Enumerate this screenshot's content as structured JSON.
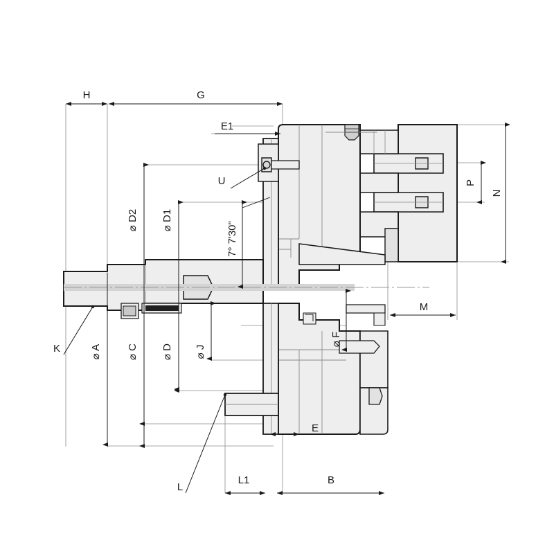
{
  "drawing": {
    "title": "Collet chuck assembly cross-section drawing",
    "type": "engineering-cross-section",
    "background_color": "#ffffff",
    "fill_color": "#eeeeee",
    "fill_color_dark": "#e2e2e2",
    "outline_color": "#1a1a1a",
    "thin_line_color": "#8a8a8a",
    "centerline_color": "#9a9a9a"
  },
  "dimensions": {
    "linear": [
      {
        "id": "H",
        "label": "H",
        "orientation": "horizontal",
        "position": "top-left"
      },
      {
        "id": "G",
        "label": "G",
        "orientation": "horizontal",
        "position": "top"
      },
      {
        "id": "E1",
        "label": "E1",
        "orientation": "horizontal",
        "position": "upper-middle"
      },
      {
        "id": "M",
        "label": "M",
        "orientation": "horizontal",
        "position": "right-middle"
      },
      {
        "id": "E",
        "label": "E",
        "orientation": "horizontal",
        "position": "bottom-middle"
      },
      {
        "id": "L1",
        "label": "L1",
        "orientation": "horizontal",
        "position": "bottom"
      },
      {
        "id": "B",
        "label": "B",
        "orientation": "horizontal",
        "position": "bottom-right"
      },
      {
        "id": "N",
        "label": "N",
        "orientation": "vertical",
        "position": "far-right"
      },
      {
        "id": "P",
        "label": "P",
        "orientation": "vertical",
        "position": "right"
      }
    ],
    "diameters": [
      {
        "id": "D2",
        "label": "⌀ D2",
        "symbol": "⌀",
        "name": "D2",
        "orientation": "vertical",
        "position": "upper-left"
      },
      {
        "id": "D1",
        "label": "⌀ D1",
        "symbol": "⌀",
        "name": "D1",
        "orientation": "vertical",
        "position": "upper-left"
      },
      {
        "id": "A",
        "label": "⌀ A",
        "symbol": "⌀",
        "name": "A",
        "orientation": "vertical",
        "position": "lower-left"
      },
      {
        "id": "C",
        "label": "⌀ C",
        "symbol": "⌀",
        "name": "C",
        "orientation": "vertical",
        "position": "lower-left"
      },
      {
        "id": "D",
        "label": "⌀ D",
        "symbol": "⌀",
        "name": "D",
        "orientation": "vertical",
        "position": "lower-left"
      },
      {
        "id": "J",
        "label": "⌀ J",
        "symbol": "⌀",
        "name": "J",
        "orientation": "vertical",
        "position": "lower-left"
      },
      {
        "id": "F",
        "label": "⌀ F",
        "symbol": "⌀",
        "name": "F",
        "orientation": "vertical",
        "position": "center-right"
      }
    ],
    "angular": [
      {
        "id": "taper",
        "label": "7° 7'30\"",
        "degrees": 7,
        "minutes": 7,
        "seconds": 30,
        "orientation": "vertical",
        "position": "center"
      }
    ]
  },
  "leaders": [
    {
      "id": "U",
      "label": "U",
      "target": "locking-screw-detail",
      "position": "upper-middle"
    },
    {
      "id": "K",
      "label": "K",
      "target": "shank-end-detail",
      "position": "lower-left"
    },
    {
      "id": "L",
      "label": "L",
      "target": "flange-corner-detail",
      "position": "bottom-left"
    }
  ]
}
